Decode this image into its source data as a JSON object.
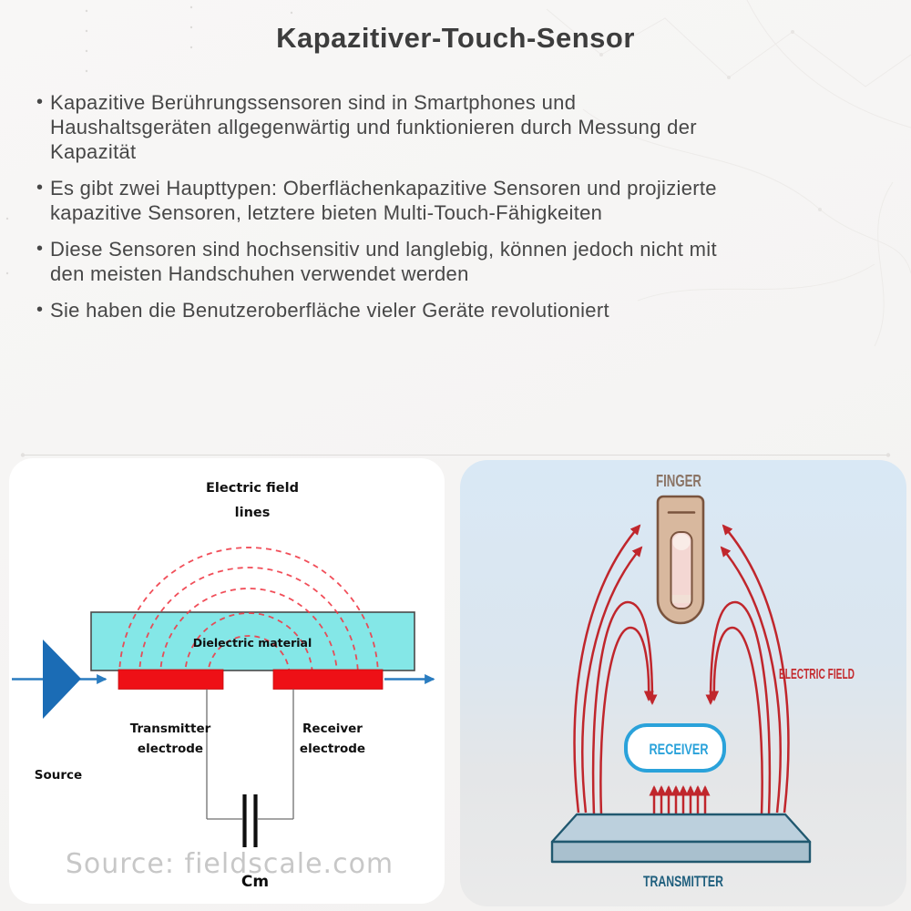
{
  "page": {
    "title": "Kapazitiver-Touch-Sensor",
    "bullet_marker": "•",
    "bullets": [
      "Kapazitive Berührungssensoren sind in Smartphones und\nHaushaltsgeräten allgegenwärtig und funktionieren durch Messung der\nKapazität",
      "Es gibt zwei Haupttypen: Oberflächenkapazitive Sensoren und projizierte\nkapazitive Sensoren, letztere bieten Multi-Touch-Fähigkeiten",
      "Diese Sensoren sind hochsensitiv und langlebig, können jedoch nicht mit\nden meisten Handschuhen verwendet werden",
      "Sie haben die Benutzeroberfläche vieler Geräte revolutioniert"
    ]
  },
  "left_panel": {
    "electric_field_line1": "Electric field",
    "electric_field_line2": "lines",
    "dielectric": "Dielectric material",
    "transmitter_line1": "Transmitter",
    "transmitter_line2": "electrode",
    "receiver_line1": "Receiver",
    "receiver_line2": "electrode",
    "source": "Source",
    "cap_label": "Cm",
    "watermark": "Source: fieldscale.com"
  },
  "right_panel": {
    "finger_label": "FINGER",
    "electric_field_label": "ELECTRIC FIELD",
    "receiver_label": "RECEIVER",
    "transmitter_label": "TRANSMITTER"
  },
  "colors": {
    "page_background": "#f6f5f4",
    "title_text": "#3d3d3d",
    "body_text": "#474747",
    "panel_left_background": "#ffffff",
    "panel_right_background_top": "#d9e8f5",
    "panel_right_background_bottom": "#eaeaea",
    "field_line_red": "#c0262c",
    "dashed_field_red": "#ef3b47",
    "electrode_red": "#ee1016",
    "dielectric_cyan": "#84e7e7",
    "circuit_blue": "#2a7cc0",
    "triangle_blue": "#1b6cb5",
    "receiver_blue": "#2aa2da",
    "transmitter_teal": "#1e5e7d",
    "finger_skin": "#d8b89e",
    "finger_outline": "#7a543e",
    "nail_pink": "#f4d7d3",
    "finger_label_color": "#8b7465",
    "watermark_gray": "#9a9a9a"
  }
}
